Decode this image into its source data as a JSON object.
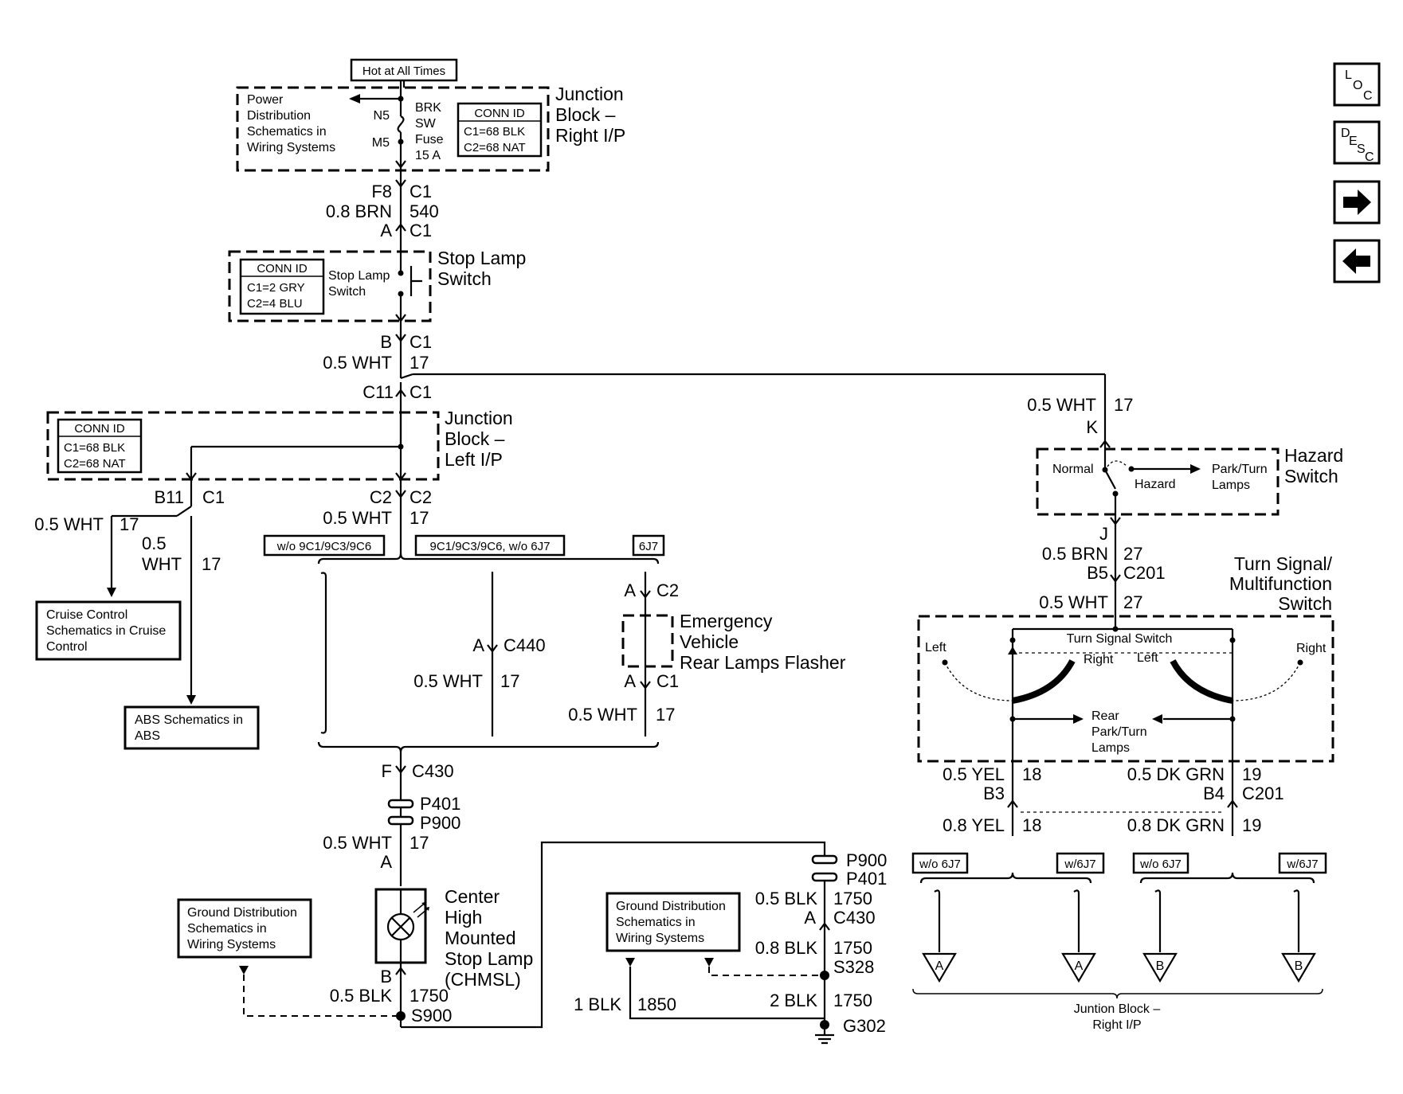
{
  "junction_right": {
    "hot_label": "Hot at All Times",
    "title_line1": "Junction",
    "title_line2": "Block –",
    "title_line3": "Right I/P",
    "power_line1": "Power",
    "power_line2": "Distribution",
    "power_line3": "Schematics in",
    "power_line4": "Wiring Systems",
    "n5": "N5",
    "m5": "M5",
    "fuse_line1": "BRK",
    "fuse_line2": "SW",
    "fuse_line3": "Fuse",
    "fuse_line4": "15 A",
    "conn_title": "CONN ID",
    "conn_c1": "C1=68 BLK",
    "conn_c2": "C2=68 NAT"
  },
  "wire_540": {
    "pin_top": "F8",
    "conn_top": "C1",
    "gauge": "0.8 BRN",
    "circuit": "540",
    "pin_bot": "A",
    "conn_bot": "C1"
  },
  "stop_lamp_switch": {
    "title_line1": "Stop Lamp",
    "title_line2": "Switch",
    "inner_line1": "Stop Lamp",
    "inner_line2": "Switch",
    "conn_title": "CONN ID",
    "conn_c1": "C1=2 GRY",
    "conn_c2": "C2=4 BLU"
  },
  "wire_17_a": {
    "pin": "B",
    "conn": "C1",
    "gauge": "0.5 WHT",
    "circuit": "17",
    "pin2": "C11",
    "conn2": "C1"
  },
  "junction_left": {
    "title_line1": "Junction",
    "title_line2": "Block –",
    "title_line3": "Left I/P",
    "conn_title": "CONN ID",
    "conn_c1": "C1=68 BLK",
    "conn_c2": "C2=68 NAT"
  },
  "left_branch": {
    "b11": "B11",
    "c1": "C1",
    "gauge1": "0.5 WHT",
    "circuit1": "17",
    "gauge2_line1": "0.5",
    "gauge2_line2": "WHT",
    "circuit2": "17",
    "cruise_line1": "Cruise Control",
    "cruise_line2": "Schematics in Cruise",
    "cruise_line3": "Control",
    "abs_line1": "ABS Schematics in",
    "abs_line2": "ABS"
  },
  "center_branch": {
    "c2a": "C2",
    "c2b": "C2",
    "gauge": "0.5 WHT",
    "circuit": "17",
    "opt1": "w/o 9C1/9C3/9C6",
    "opt2": "9C1/9C3/9C6, w/o 6J7",
    "opt3": "6J7",
    "a_c440": "A",
    "c440": "C440",
    "gauge_c440": "0.5 WHT",
    "circuit_c440": "17",
    "pin_a_c2": "A",
    "conn_c2": "C2",
    "flasher_line1": "Emergency",
    "flasher_line2": "Vehicle",
    "flasher_line3": "Rear Lamps Flasher",
    "pin_a_c1": "A",
    "conn_c1": "C1",
    "gauge_flasher": "0.5 WHT",
    "circuit_flasher": "17"
  },
  "chmsl": {
    "pin_f": "F",
    "c430": "C430",
    "p401": "P401",
    "p900": "P900",
    "gauge": "0.5 WHT",
    "circuit": "17",
    "pin_a": "A",
    "title_line1": "Center",
    "title_line2": "High",
    "title_line3": "Mounted",
    "title_line4": "Stop Lamp",
    "title_line5": "(CHMSL)",
    "pin_b": "B",
    "gauge_b": "0.5 BLK",
    "circuit_b": "1750",
    "splice": "S900",
    "ground_line1": "Ground Distribution",
    "ground_line2": "Schematics in",
    "ground_line3": "Wiring Systems"
  },
  "ground_right": {
    "p900": "P900",
    "p401": "P401",
    "gauge1": "0.5 BLK",
    "circuit1": "1750",
    "pin_a": "A",
    "c430": "C430",
    "gauge2": "0.8 BLK",
    "circuit2": "1750",
    "splice": "S328",
    "gauge3": "1 BLK",
    "circuit3": "1850",
    "gauge4": "2 BLK",
    "circuit4": "1750",
    "ground": "G302",
    "box_line1": "Ground Distribution",
    "box_line2": "Schematics in",
    "box_line3": "Wiring Systems"
  },
  "hazard": {
    "gauge": "0.5 WHT",
    "circuit": "17",
    "pin_k": "K",
    "title_line1": "Hazard",
    "title_line2": "Switch",
    "normal": "Normal",
    "hazard_pos": "Hazard",
    "park_line1": "Park/Turn",
    "park_line2": "Lamps",
    "pin_j": "J",
    "gauge_j": "0.5 BRN",
    "circuit_j": "27",
    "b5": "B5",
    "c201": "C201",
    "gauge_27": "0.5 WHT",
    "circuit_27": "27"
  },
  "turn_signal": {
    "title_line1": "Turn Signal/",
    "title_line2": "Multifunction",
    "title_line3": "Switch",
    "inner_title": "Turn Signal Switch",
    "left_a": "Left",
    "right_a": "Right",
    "left_b": "Left",
    "right_b": "Right",
    "rear_line1": "Rear",
    "rear_line2": "Park/Turn",
    "rear_line3": "Lamps",
    "gauge_yel": "0.5 YEL",
    "circuit_yel": "18",
    "b3": "B3",
    "gauge_grn": "0.5 DK GRN",
    "circuit_grn": "19",
    "b4": "B4",
    "c201": "C201",
    "gauge_yel2": "0.8 YEL",
    "circuit_yel2": "18",
    "gauge_grn2": "0.8 DK GRN",
    "circuit_grn2": "19",
    "opt_wo1": "w/o 6J7",
    "opt_w1": "w/6J7",
    "opt_wo2": "w/o 6J7",
    "opt_w2": "w/6J7",
    "tri_a1": "A",
    "tri_a2": "A",
    "tri_b1": "B",
    "tri_b2": "B",
    "junction_line1": "Juntion Block –",
    "junction_line2": "Right I/P"
  },
  "nav": {
    "loc_l": "L",
    "loc_o": "O",
    "loc_c": "C",
    "desc_d": "D",
    "desc_e": "E",
    "desc_s": "S",
    "desc_c": "C",
    "icons": [
      "loc-icon",
      "desc-icon",
      "arrow-right-icon",
      "arrow-left-icon"
    ]
  }
}
